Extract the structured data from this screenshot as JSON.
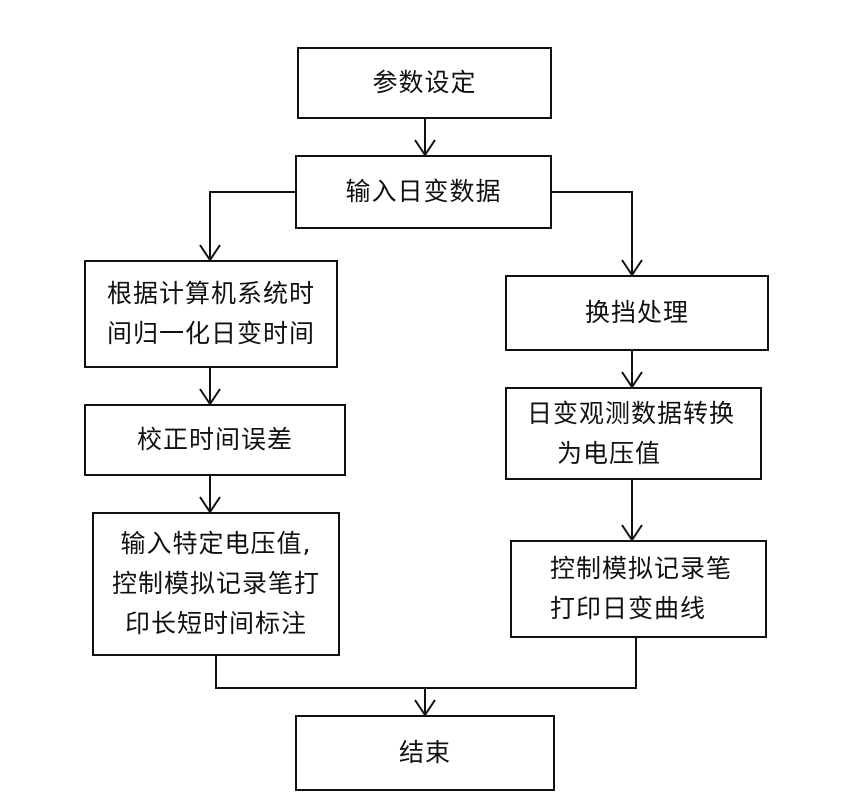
{
  "flowchart": {
    "params": {
      "label": "参数设定"
    },
    "input_data": {
      "label": "输入日变数据"
    },
    "left": {
      "normalize": {
        "lines": [
          "根据计算机系统时",
          "间归一化日变时间"
        ]
      },
      "correct": {
        "label": "校正时间误差"
      },
      "mark": {
        "lines": [
          "输入特定电压值,",
          "控制模拟记录笔打",
          "印长短时间标注"
        ]
      }
    },
    "right": {
      "range": {
        "label": "换挡处理"
      },
      "convert": {
        "lines": [
          "日变观测数据转换",
          "为电压值"
        ]
      },
      "plot": {
        "lines": [
          "控制模拟记录笔",
          "打印日变曲线"
        ]
      }
    },
    "end": {
      "label": "结束"
    }
  }
}
